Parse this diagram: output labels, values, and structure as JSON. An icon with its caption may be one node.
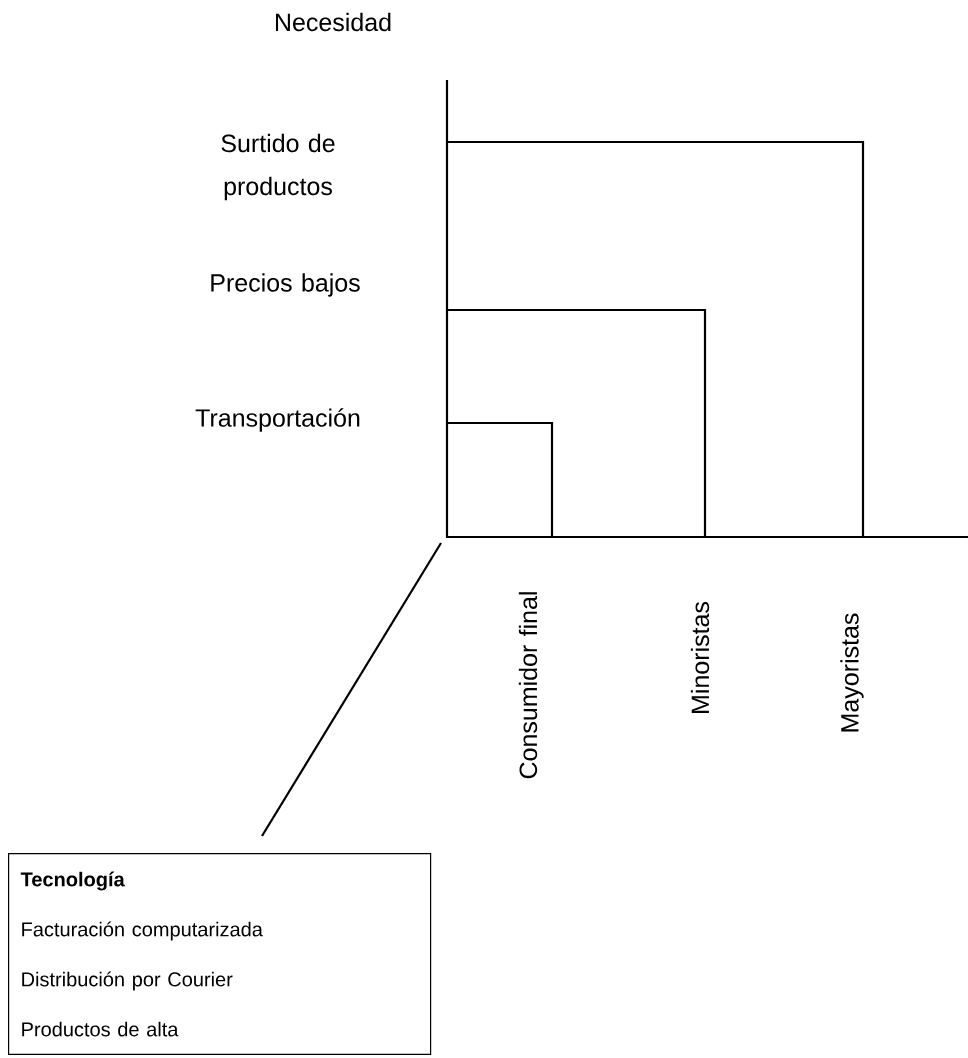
{
  "diagram": {
    "nodes": [
      {
        "text": [
          "Tecnología",
          "Facturación computarizada",
          "Distribución por Courier",
          "Productos de alta"
        ]
      }
    ],
    "labels": [
      "Necesidad",
      "Surtido de productos",
      "Precios bajos",
      "Transportación",
      "Consumidor final",
      "Minoristas",
      "Mayoristas"
    ]
  }
}
